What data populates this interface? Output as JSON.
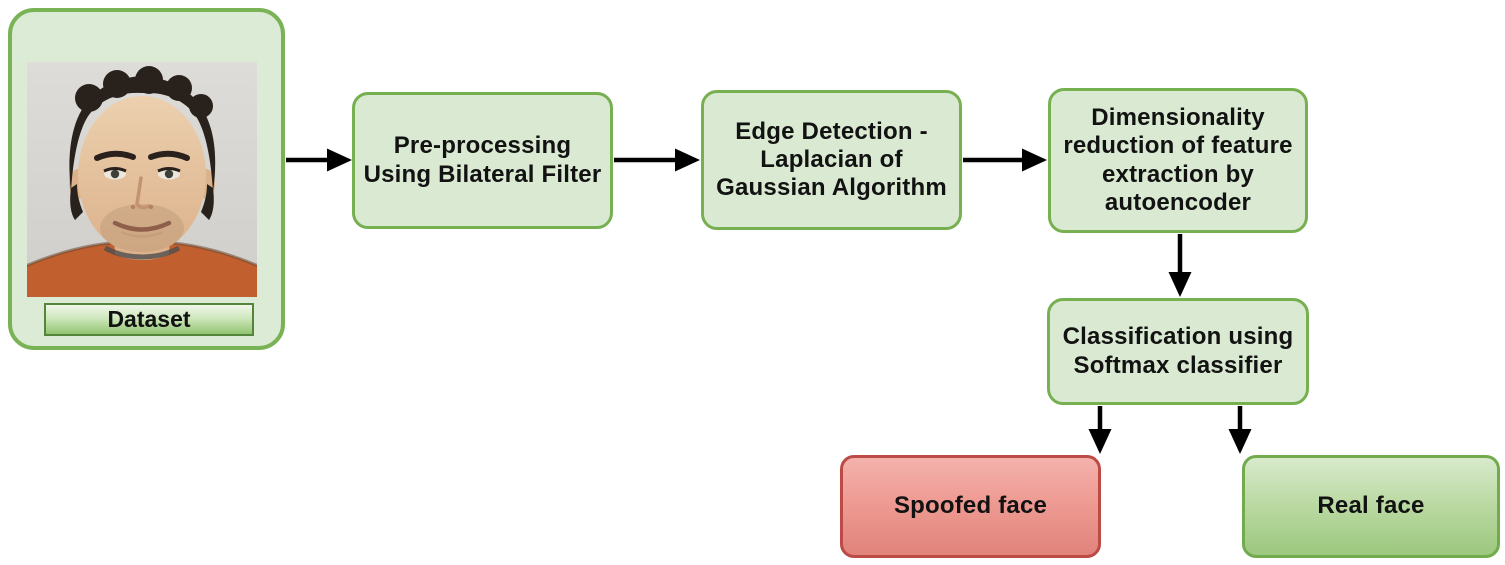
{
  "diagram": {
    "dataset": {
      "label": "Dataset",
      "photo_icon": "man-face-photo"
    },
    "nodes": {
      "preprocessing": {
        "lines": [
          "Pre-processing",
          "Using Bilateral Filter"
        ]
      },
      "edge_detection": {
        "lines": [
          "Edge Detection -",
          "Laplacian of",
          "Gaussian Algorithm"
        ]
      },
      "dim_reduction": {
        "lines": [
          "Dimensionality",
          "reduction of feature",
          "extraction by",
          "autoencoder"
        ]
      },
      "classification": {
        "lines": [
          "Classification using",
          "Softmax classifier"
        ]
      }
    },
    "outputs": {
      "spoofed": {
        "label": "Spoofed face"
      },
      "real": {
        "label": "Real face"
      }
    },
    "colors": {
      "node_fill": "#d9e9d2",
      "node_border": "#76b050",
      "dataset_fill": "#dcebd5",
      "dataset_border": "#79b356",
      "dataset_label_gradient_bottom": "#90c471",
      "spoofed_fill_top": "#f4b2ac",
      "spoofed_fill_bottom": "#e0837b",
      "spoofed_border": "#bc4a45",
      "real_fill_top": "#d8eacc",
      "real_fill_bottom": "#9cc87e",
      "real_border": "#72aa4e",
      "arrow": "#000000",
      "text": "#121212"
    }
  }
}
